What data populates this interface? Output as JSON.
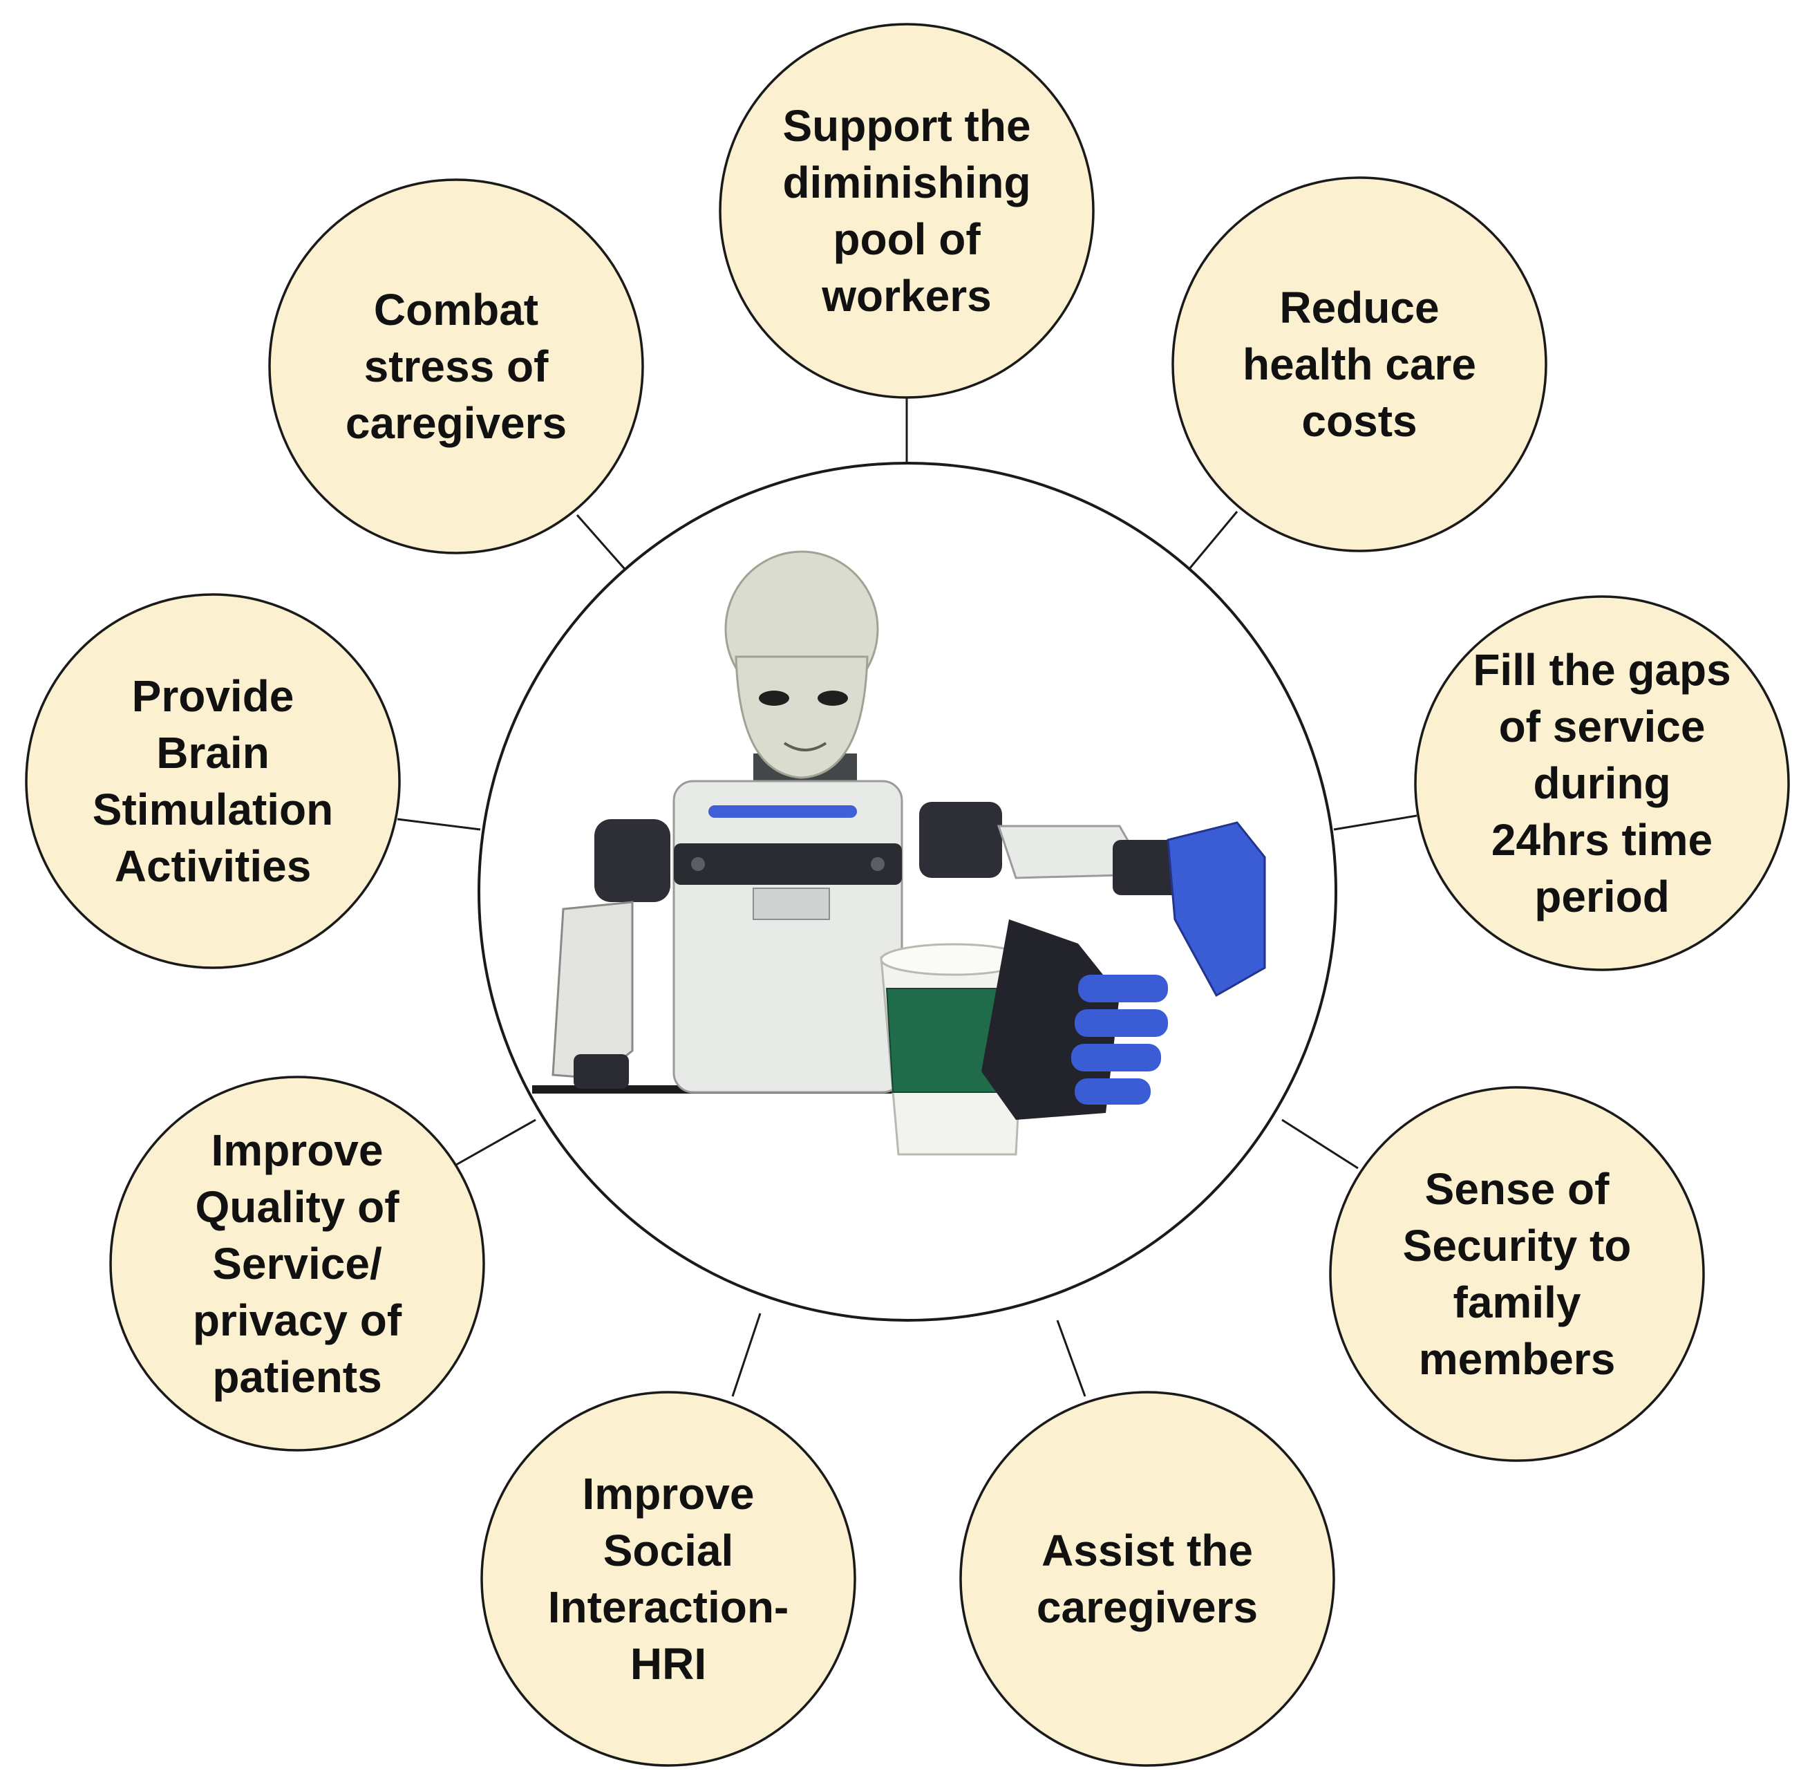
{
  "diagram": {
    "center": {
      "image_name": "humanoid robot holding a cup"
    },
    "benefits": [
      {
        "id": "top",
        "text": "Support the\ndiminishing\npool of\nworkers"
      },
      {
        "id": "upper-right",
        "text": "Reduce\nhealth care\ncosts"
      },
      {
        "id": "right",
        "text": "Fill the gaps\nof service\nduring\n24hrs time\nperiod"
      },
      {
        "id": "lower-right",
        "text": "Sense of\nSecurity to\nfamily\nmembers"
      },
      {
        "id": "bottom-right",
        "text": "Assist the\ncaregivers"
      },
      {
        "id": "bottom-left",
        "text": "Improve\nSocial\nInteraction-\nHRI"
      },
      {
        "id": "lower-left",
        "text": "Improve\nQuality of\nService/\nprivacy of\npatients"
      },
      {
        "id": "left",
        "text": "Provide\nBrain\nStimulation\nActivities"
      },
      {
        "id": "upper-left",
        "text": "Combat\nstress of\ncaregivers"
      }
    ],
    "colors": {
      "circle_fill": "#fbf0cf",
      "outline": "#1a1a1a",
      "robot_accent": "#3f5fd8",
      "cup_sleeve": "#1f6b4a"
    }
  }
}
